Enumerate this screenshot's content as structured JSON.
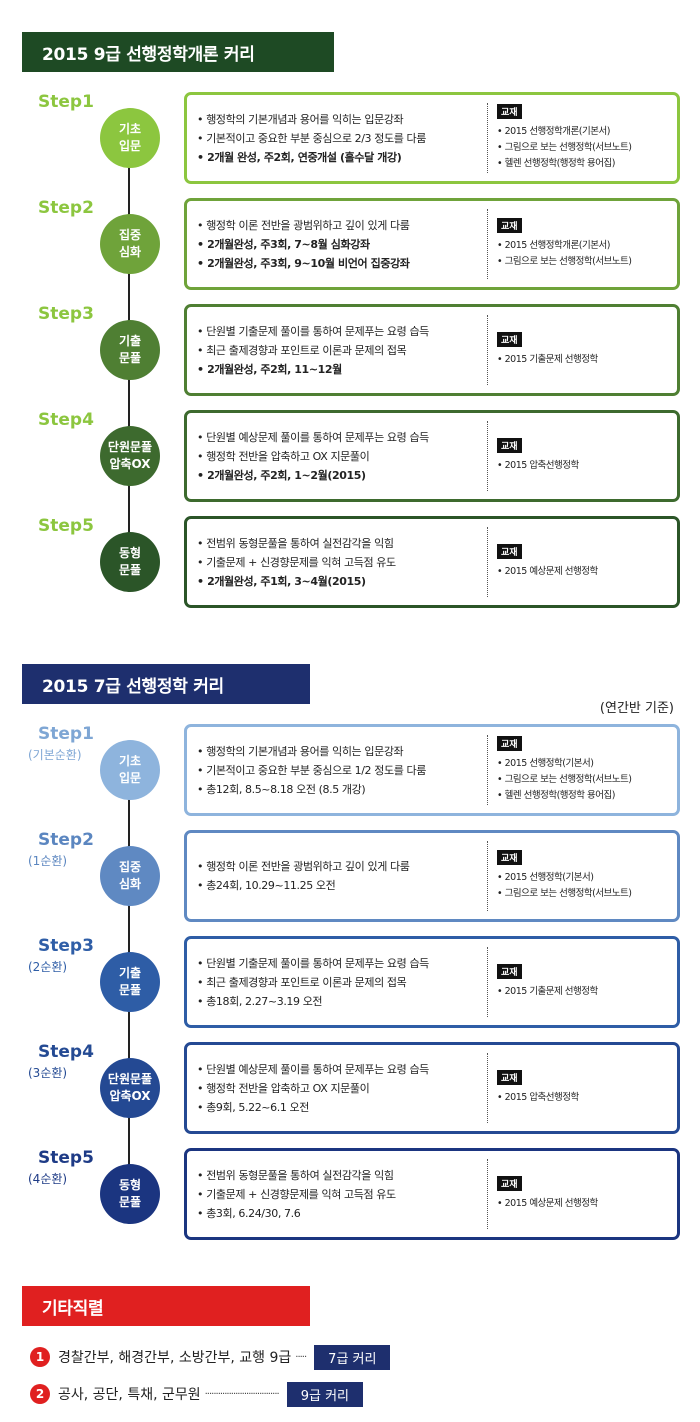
{
  "section1": {
    "title": "2015 9급 선행정학개론 커리",
    "color": "#1e4a24",
    "steps": [
      {
        "label": "Step1",
        "circle": "기초\n입문",
        "bullets": [
          "행정학의 기본개념과 용어를 익히는 입문강좌",
          "기본적이고 중요한 부분 중심으로 2/3 정도를 다룸",
          "2개월 완성, 주2회, 연중개설 (홀수달 개강)"
        ],
        "tag": "교재",
        "books": [
          "2015 선행정학개론(기본서)",
          "그림으로 보는 선행정학(서브노트)",
          "헬렌 선행정학(행정학 용어집)"
        ]
      },
      {
        "label": "Step2",
        "circle": "집중\n심화",
        "bullets": [
          "행정학 이론 전반을 광범위하고 깊이 있게 다룸",
          "2개월완성, 주3회, 7~8월 심화강좌",
          "2개월완성, 주3회, 9~10월 비언어 집중강좌"
        ],
        "tag": "교재",
        "books": [
          "2015 선행정학개론(기본서)",
          "그림으로 보는 선행정학(서브노트)"
        ]
      },
      {
        "label": "Step3",
        "circle": "기출\n문풀",
        "bullets": [
          "단원별 기출문제 풀이를 통하여 문제푸는 요령 습득",
          "최근 출제경향과 포인트로 이론과 문제의 접목",
          "2개월완성, 주2회, 11~12월"
        ],
        "tag": "교재",
        "books": [
          "2015 기출문제 선행정학"
        ]
      },
      {
        "label": "Step4",
        "circle": "단원문풀\n압축OX",
        "bullets": [
          "단원별 예상문제 풀이를 통하여 문제푸는 요령 습득",
          "행정학 전반을 압축하고 OX 지문풀이",
          "2개월완성, 주2회, 1~2월(2015)"
        ],
        "tag": "교재",
        "books": [
          "2015 압축선행정학"
        ]
      },
      {
        "label": "Step5",
        "circle": "동형\n문풀",
        "bullets": [
          "전범위 동형문풀을 통하여 실전감각을 익힘",
          "기출문제 + 신경향문제를 익혀 고득점 유도",
          "2개월완성, 주1회, 3~4월(2015)"
        ],
        "tag": "교재",
        "books": [
          "2015 예상문제 선행정학"
        ]
      }
    ]
  },
  "section2": {
    "title": "2015 7급 선행정학 커리",
    "color": "#1e2f6e",
    "note": "(연간반 기준)",
    "steps": [
      {
        "label": "Step1",
        "sub": "(기본순환)",
        "circle": "기초\n입문",
        "bullets": [
          "행정학의 기본개념과 용어를 익히는 입문강좌",
          "기본적이고 중요한 부분 중심으로 1/2 정도를 다룸",
          "총12회, 8.5~8.18 오전 (8.5 개강)"
        ],
        "tag": "교재",
        "books": [
          "2015 선행정학(기본서)",
          "그림으로 보는 선행정학(서브노트)",
          "헬렌 선행정학(행정학 용어집)"
        ]
      },
      {
        "label": "Step2",
        "sub": "(1순환)",
        "circle": "집중\n심화",
        "bullets": [
          "행정학 이론 전반을 광범위하고 깊이 있게 다룸",
          "총24회, 10.29~11.25 오전"
        ],
        "tag": "교재",
        "books": [
          "2015 선행정학(기본서)",
          "그림으로 보는 선행정학(서브노트)"
        ]
      },
      {
        "label": "Step3",
        "sub": "(2순환)",
        "circle": "기출\n문풀",
        "bullets": [
          "단원별 기출문제 풀이를 통하여 문제푸는 요령 습득",
          "최근 출제경향과 포인트로 이론과 문제의 접목",
          "총18회, 2.27~3.19 오전"
        ],
        "tag": "교재",
        "books": [
          "2015 기출문제 선행정학"
        ]
      },
      {
        "label": "Step4",
        "sub": "(3순환)",
        "circle": "단원문풀\n압축OX",
        "bullets": [
          "단원별 예상문제 풀이를 통하여 문제푸는 요령 습득",
          "행정학 전반을 압축하고 OX 지문풀이",
          "총9회, 5.22~6.1 오전"
        ],
        "tag": "교재",
        "books": [
          "2015 압축선행정학"
        ]
      },
      {
        "label": "Step5",
        "sub": "(4순환)",
        "circle": "동형\n문풀",
        "bullets": [
          "전범위 동형문풀을 통하여 실전감각을 익힘",
          "기출문제 + 신경향문제를 익혀 고득점 유도",
          "총3회, 6.24/30, 7.6"
        ],
        "tag": "교재",
        "books": [
          "2015 예상문제 선행정학"
        ]
      }
    ]
  },
  "section3": {
    "title": "기타직렬",
    "color": "#e02020",
    "items": [
      {
        "num": "1",
        "text": "경찰간부, 해경간부, 소방간부, 교행 9급",
        "dots": "·····",
        "target": "7급 커리"
      },
      {
        "num": "2",
        "text": "공사, 공단, 특채, 군무원",
        "dots": "··································",
        "target": "9급 커리"
      }
    ]
  },
  "colors": {
    "s1_label": "#8cc63f",
    "s1_circles": [
      "#8cc63f",
      "#6fa33a",
      "#4f7f33",
      "#3d6a2e",
      "#2b5528"
    ],
    "s1_boxes": [
      "#8cc63f",
      "#6fa33a",
      "#4f7f33",
      "#3d6a2e",
      "#2b5528"
    ],
    "s2_labels": [
      "#7ea6d4",
      "#5b86c0",
      "#2f5ea7",
      "#244a93",
      "#1e3b86"
    ],
    "s2_circles": [
      "#8eb4dd",
      "#5f89c2",
      "#2e5da6",
      "#244993",
      "#1b3580"
    ],
    "s2_boxes": [
      "#8eb4dd",
      "#5f89c2",
      "#2e5da6",
      "#244993",
      "#1b3580"
    ]
  }
}
